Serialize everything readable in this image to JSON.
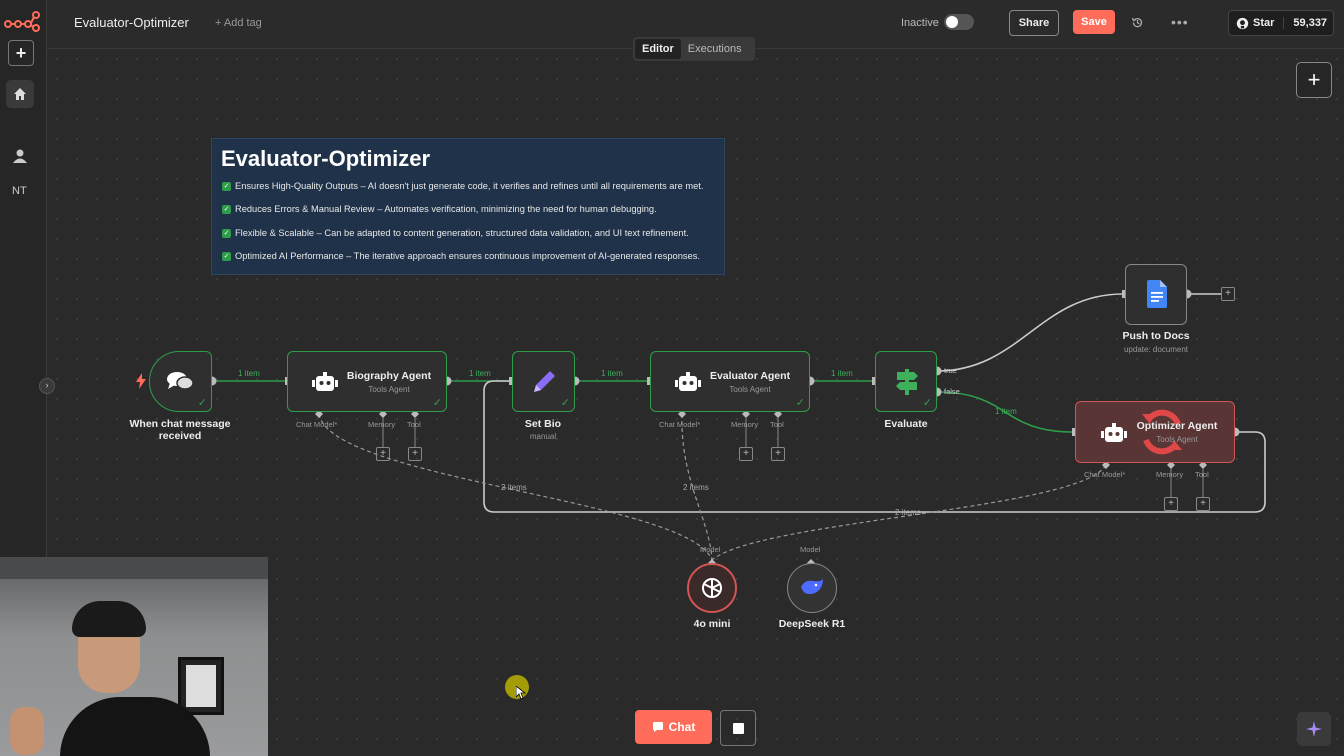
{
  "sidebar": {
    "items": [
      {
        "icon": "n8n-logo-icon"
      },
      {
        "icon": "plus-icon"
      },
      {
        "icon": "home-icon"
      },
      {
        "icon": "user-icon"
      },
      {
        "label": "NT"
      }
    ]
  },
  "header": {
    "workflow_title": "Evaluator-Optimizer",
    "add_tag": "+ Add tag",
    "status_label": "Inactive",
    "share_label": "Share",
    "save_label": "Save",
    "github_star_label": "Star",
    "github_star_count": "59,337"
  },
  "tabs": [
    {
      "label": "Editor",
      "active": true
    },
    {
      "label": "Executions",
      "active": false
    }
  ],
  "sticky_note": {
    "title": "Evaluator-Optimizer",
    "items": [
      "Ensures High-Quality Outputs – AI doesn't just generate code, it verifies and refines until all requirements are met.",
      "Reduces Errors & Manual Review – Automates verification, minimizing the need for human debugging.",
      "Flexible & Scalable – Can be adapted to content generation, structured data validation, and UI text refinement.",
      "Optimized AI Performance – The iterative approach ensures continuous improvement of AI-generated responses."
    ]
  },
  "nodes": {
    "trigger": {
      "name": "When chat message received"
    },
    "biography_agent": {
      "name": "Biography Agent",
      "sub": "Tools Agent"
    },
    "set_bio": {
      "name": "Set Bio",
      "sub": "manual"
    },
    "evaluator_agent": {
      "name": "Evaluator Agent",
      "sub": "Tools Agent"
    },
    "evaluate": {
      "name": "Evaluate",
      "true_label": "true",
      "false_label": "false"
    },
    "push_to_docs": {
      "name": "Push to Docs",
      "sub": "update: document"
    },
    "optimizer_agent": {
      "name": "Optimizer Agent",
      "sub": "Tools Agent"
    },
    "model_4o": {
      "name": "4o mini",
      "port": "Model"
    },
    "model_deepseek": {
      "name": "DeepSeek R1",
      "port": "Model"
    }
  },
  "ports": {
    "chat_model": "Chat Model*",
    "memory": "Memory",
    "tool": "Tool"
  },
  "connection_labels": {
    "one_item": "1 item",
    "two_items": "2 items"
  },
  "bottom": {
    "chat_label": "Chat"
  },
  "colors": {
    "accent": "#ff6d5a",
    "success": "#2e9d4a",
    "note_bg": "#1f3249",
    "error_node": "#d25555"
  }
}
